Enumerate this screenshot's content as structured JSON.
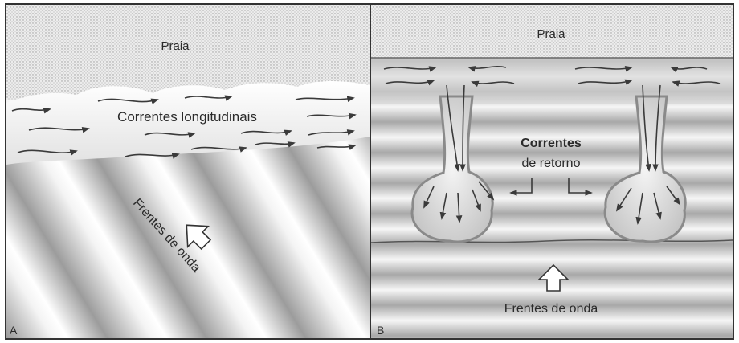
{
  "panel_a": {
    "letter": "A",
    "beach_label": "Praia",
    "current_label": "Correntes longitudinais",
    "wave_label": "Frentes de onda"
  },
  "panel_b": {
    "letter": "B",
    "beach_label": "Praia",
    "return_label_line1": "Correntes",
    "return_label_line2": "de retorno",
    "wave_label": "Frentes de onda"
  },
  "colors": {
    "border": "#333333",
    "sand": "#e6e6e6",
    "arrow": "#3a3a3a",
    "plume": "#8a8a8a"
  }
}
